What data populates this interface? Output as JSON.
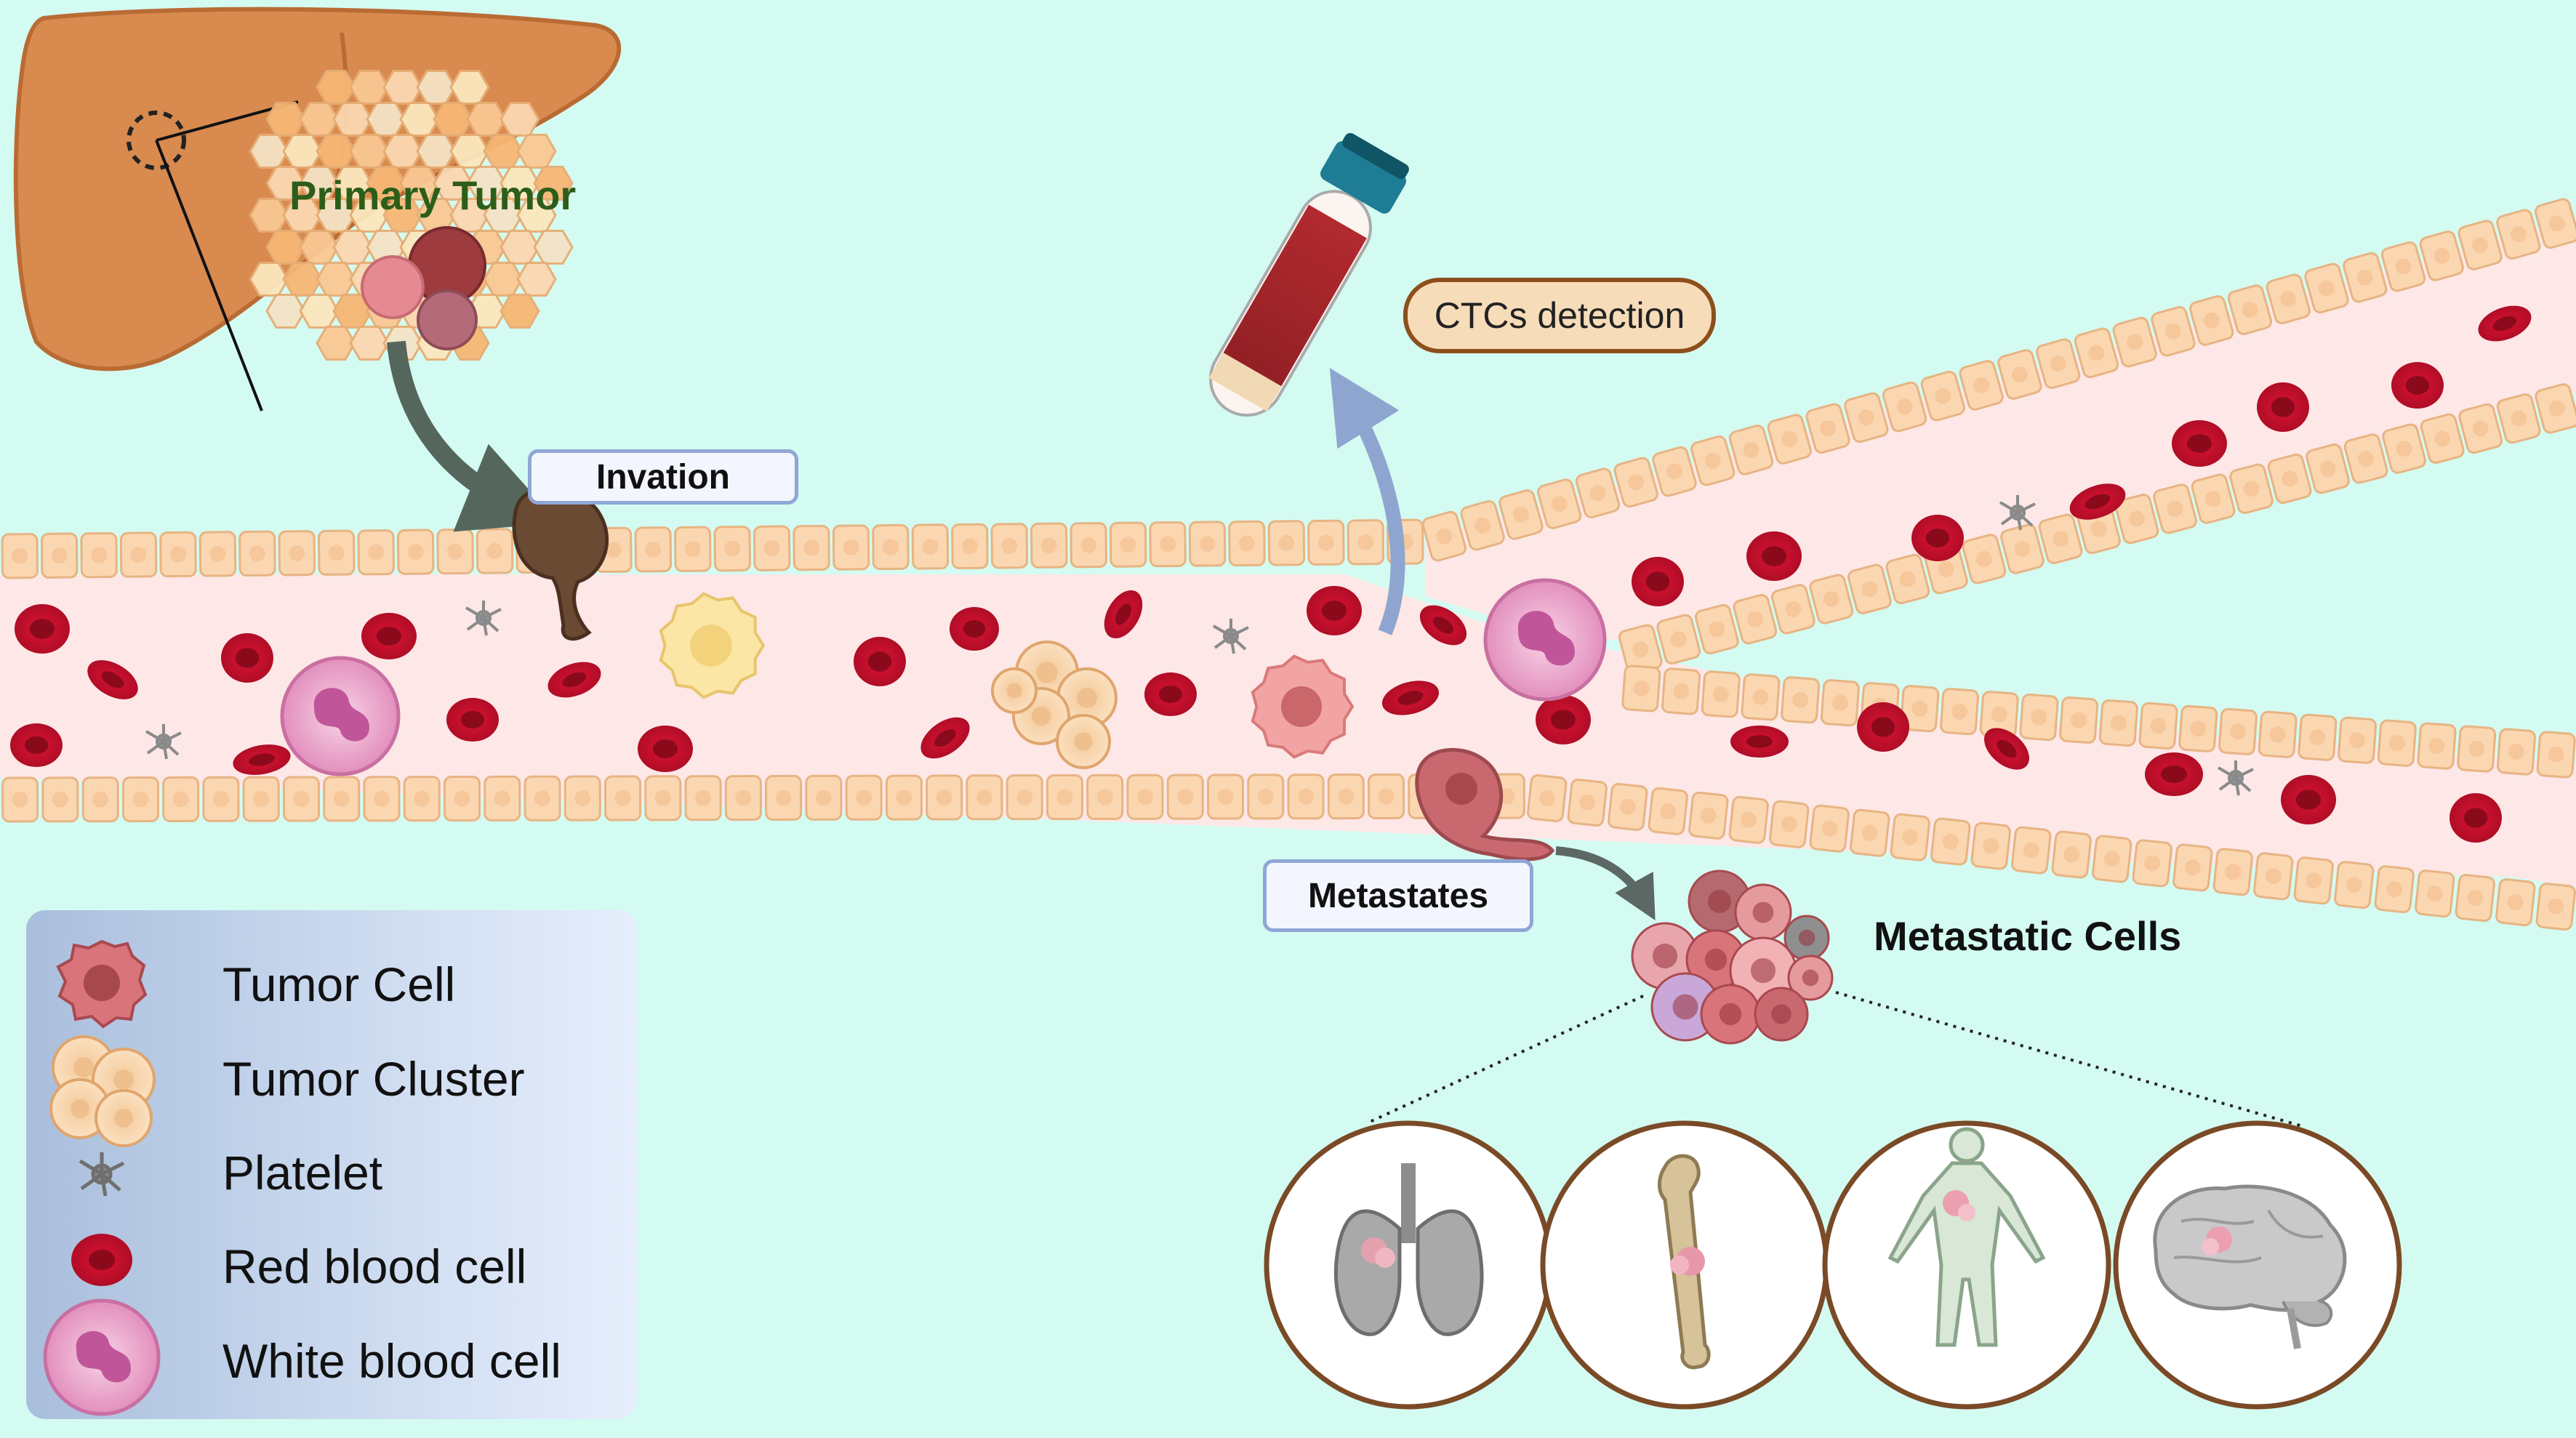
{
  "labels": {
    "primary_tumor": "Primary Tumor",
    "invasion": "Invation",
    "ctcs_detection": "CTCs detection",
    "metastates": "Metastates",
    "metastatic_cells": "Metastatic Cells"
  },
  "legend": {
    "items": [
      {
        "label": "Tumor Cell",
        "icon": "tumor-cell-icon"
      },
      {
        "label": "Tumor Cluster",
        "icon": "tumor-cluster-icon"
      },
      {
        "label": "Platelet",
        "icon": "platelet-icon"
      },
      {
        "label": "Red blood cell",
        "icon": "red-blood-cell-icon"
      },
      {
        "label": "White blood cell",
        "icon": "white-blood-cell-icon"
      }
    ]
  },
  "organs": [
    "lungs-icon",
    "bone-icon",
    "body-icon",
    "brain-icon"
  ],
  "colors": {
    "background": "#d4fbf1",
    "vessel_lumen": "#fde7e7",
    "endothelium": "#f9d0a8",
    "rbc": "#c8102e",
    "tumor_cell": "#d9747a",
    "wbc": "#e9a6c9",
    "liver": "#d88a4f",
    "primary_tumor_text": "#2c5e1a"
  }
}
